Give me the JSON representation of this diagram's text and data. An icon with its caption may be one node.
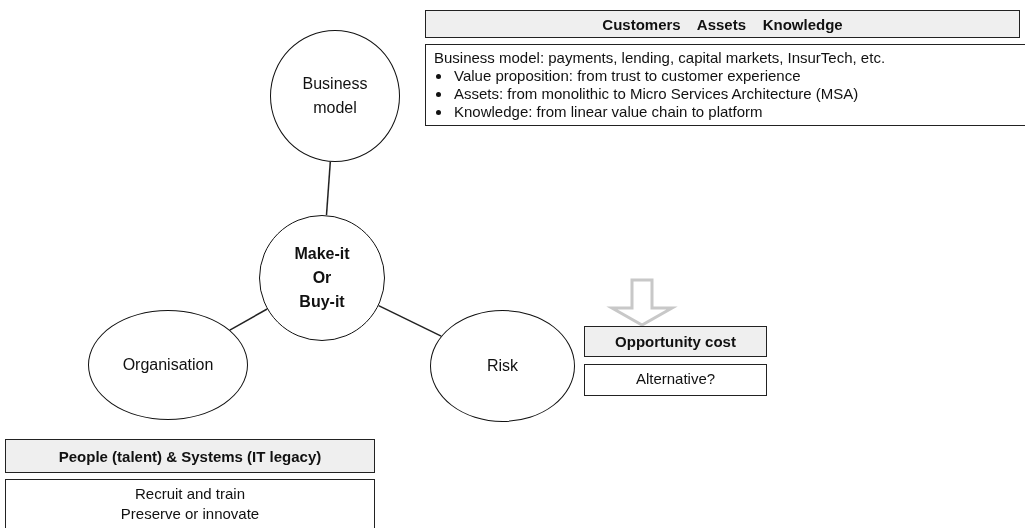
{
  "diagram": {
    "nodes": [
      {
        "text": [
          "Business model"
        ]
      },
      {
        "text": [
          "Make-it Or Buy-it"
        ]
      },
      {
        "text": [
          "Organisation"
        ]
      },
      {
        "text": [
          "Risk"
        ]
      },
      {
        "text": [
          "Customers    Assets    Knowledge"
        ]
      },
      {
        "text": [
          "Business model: payments, lending, capital markets, InsurTech, etc.",
          "Value proposition: from trust to customer experience",
          "Assets: from monolithic to Micro Services Architecture (MSA)",
          "Knowledge: from linear value chain to platform"
        ]
      },
      {
        "text": [
          "Opportunity cost"
        ]
      },
      {
        "text": [
          "Alternative?"
        ]
      },
      {
        "text": [
          "People (talent) & Systems (IT legacy)"
        ]
      },
      {
        "text": [
          "Recruit and train",
          "Preserve or innovate"
        ]
      }
    ],
    "edges": [
      {
        "from": 0,
        "to": 1,
        "arrow": "none"
      },
      {
        "from": 1,
        "to": 2,
        "arrow": "none"
      },
      {
        "from": 1,
        "to": 3,
        "arrow": "none"
      },
      {
        "from": null,
        "to": 6,
        "arrow": "to",
        "style": "thick",
        "color": "#c8c8c8"
      }
    ]
  }
}
